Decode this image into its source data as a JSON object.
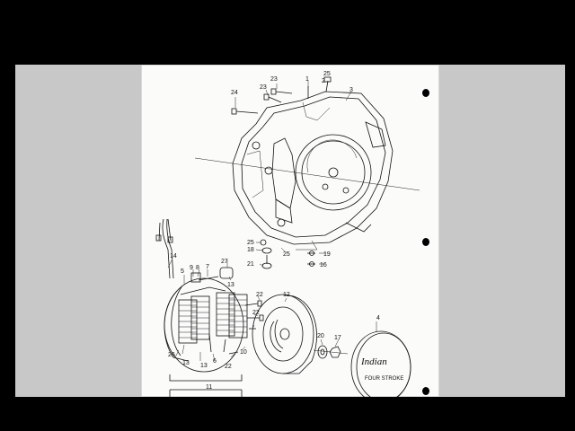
{
  "diagram": {
    "callouts": {
      "c1": "1",
      "c2": "2",
      "c3": "3",
      "c4": "4",
      "c5": "5",
      "c6": "6",
      "c7": "7",
      "c8": "8",
      "c9": "9",
      "c10": "10",
      "c11": "11",
      "c12": "12",
      "c13a": "13",
      "c13b": "13",
      "c13c": "13",
      "c14": "14",
      "c16": "16",
      "c17": "17",
      "c18": "18",
      "c19": "19",
      "c20": "20",
      "c21": "21",
      "c22a": "22",
      "c22b": "22",
      "c22c": "22",
      "c23a": "23",
      "c23b": "23",
      "c24": "24",
      "c25a": "25",
      "c25b": "25",
      "c25c": "25",
      "c26": "26",
      "c27": "27"
    },
    "logo": {
      "script": "Indian",
      "subtitle": "FOUR STROKE"
    }
  }
}
